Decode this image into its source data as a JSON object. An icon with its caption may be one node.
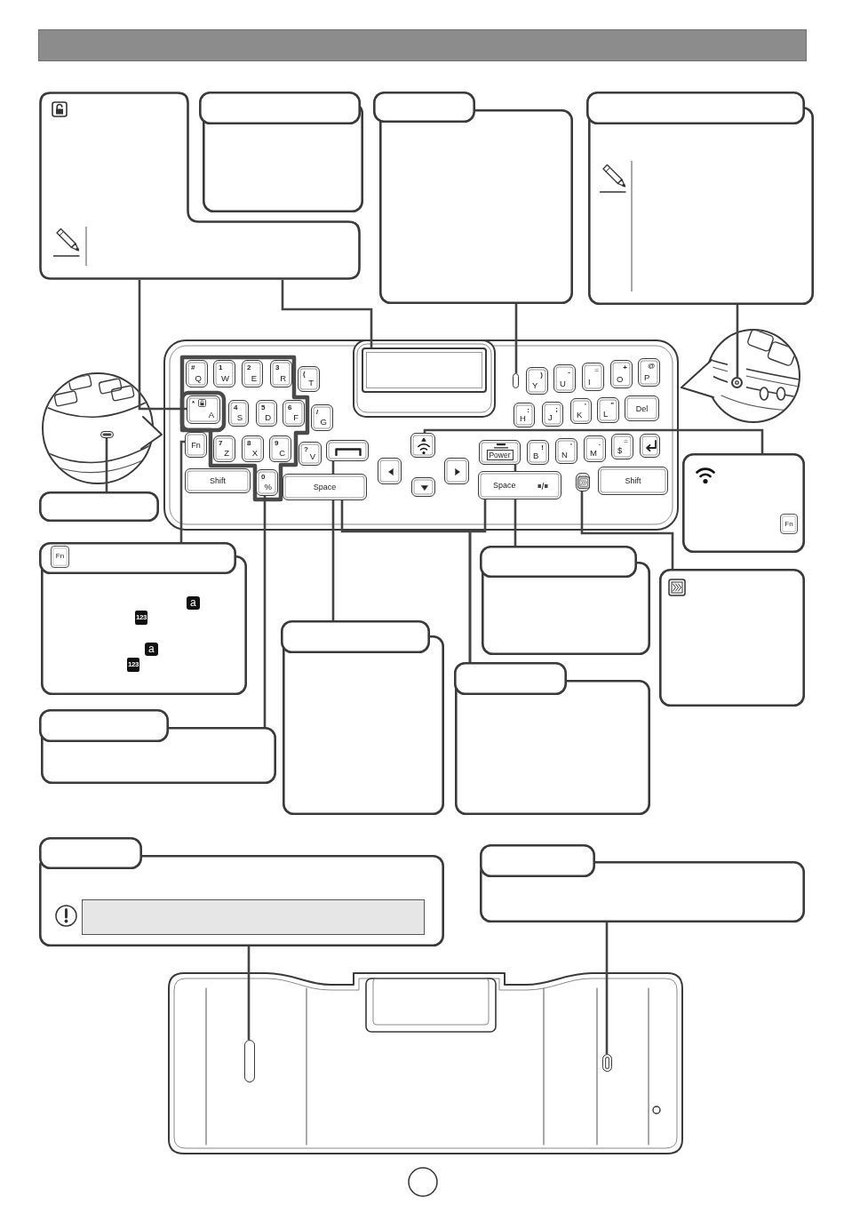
{
  "diagram": {
    "nodes": [
      {
        "text": [],
        "shape": "box"
      },
      {
        "text": [],
        "shape": "box"
      },
      {
        "text": [],
        "shape": "box"
      },
      {
        "text": [],
        "shape": "box"
      },
      {
        "text": [],
        "shape": "box"
      },
      {
        "text": [],
        "shape": "box"
      },
      {
        "text": [],
        "shape": "circle"
      },
      {
        "text": [],
        "shape": "box"
      },
      {
        "text": [
          "#",
          "Q"
        ]
      },
      {
        "text": [
          "1",
          "W"
        ]
      },
      {
        "text": [
          "2",
          "E"
        ]
      },
      {
        "text": [
          "3",
          "R"
        ]
      },
      {
        "text": [
          "(",
          "T"
        ]
      },
      {
        "text": [
          ")",
          "Y"
        ]
      },
      {
        "text": [
          "-",
          "U"
        ]
      },
      {
        "text": [
          "=",
          "I"
        ]
      },
      {
        "text": [
          "+",
          "O"
        ]
      },
      {
        "text": [
          "@",
          "P"
        ]
      },
      {
        "text": [
          "*",
          "A"
        ]
      },
      {
        "text": [
          "4",
          "S"
        ]
      },
      {
        "text": [
          "5",
          "D"
        ]
      },
      {
        "text": [
          "6",
          "F"
        ]
      },
      {
        "text": [
          "/",
          "G"
        ]
      },
      {
        "text": [
          ":",
          "H"
        ]
      },
      {
        "text": [
          ";",
          "J"
        ]
      },
      {
        "text": [
          "'",
          "K"
        ]
      },
      {
        "text": [
          "\"",
          "L"
        ]
      },
      {
        "text": [
          "Del"
        ]
      },
      {
        "text": [
          "Fn"
        ]
      },
      {
        "text": [
          "7",
          "Z"
        ]
      },
      {
        "text": [
          "8",
          "X"
        ]
      },
      {
        "text": [
          "9",
          "C"
        ]
      },
      {
        "text": [
          "?",
          "V"
        ]
      },
      {
        "text": [],
        "shape": "box"
      },
      {
        "text": [],
        "shape": "box"
      },
      {
        "text": [],
        "shape": "box"
      },
      {
        "text": [],
        "shape": "box"
      },
      {
        "text": [],
        "shape": "box"
      },
      {
        "text": [
          "Power"
        ]
      },
      {
        "text": [
          "!",
          "B"
        ]
      },
      {
        "text": [
          "'",
          "N"
        ]
      },
      {
        "text": [
          ".",
          "M"
        ]
      },
      {
        "text": [
          "=",
          "$"
        ]
      },
      {
        "text": [],
        "shape": "box"
      },
      {
        "text": [
          "Shift"
        ]
      },
      {
        "text": [
          "0",
          "%"
        ]
      },
      {
        "text": [
          "Space"
        ]
      },
      {
        "text": [
          "Space"
        ]
      },
      {
        "text": [],
        "shape": "box"
      },
      {
        "text": [
          "Shift"
        ]
      },
      {
        "text": [],
        "shape": "box"
      },
      {
        "text": [
          "Fn"
        ]
      },
      {
        "text": [
          "Fn",
          "a",
          "123",
          "a",
          "123"
        ]
      },
      {
        "text": [],
        "shape": "box"
      },
      {
        "text": [],
        "shape": "box"
      },
      {
        "text": [],
        "shape": "box"
      },
      {
        "text": [],
        "shape": "box"
      },
      {
        "text": [],
        "shape": "box"
      },
      {
        "text": [],
        "shape": "box"
      },
      {
        "text": [],
        "shape": "box"
      },
      {
        "text": [],
        "shape": "box"
      },
      {
        "text": [],
        "shape": "box"
      },
      {
        "text": [],
        "shape": "bar"
      },
      {
        "text": [],
        "shape": "box",
        "in": 58
      }
    ],
    "edges": [
      {
        "from": 0,
        "to": 18,
        "arrow": "none"
      },
      {
        "from": 0,
        "to": 4,
        "arrow": "none"
      },
      {
        "from": 2,
        "to": 5,
        "arrow": "none"
      },
      {
        "from": 3,
        "to": 6,
        "arrow": "none"
      },
      {
        "from": 50,
        "to": 7,
        "arrow": "none"
      },
      {
        "from": 52,
        "to": 28,
        "arrow": "none"
      },
      {
        "from": 56,
        "to": 45,
        "arrow": "none"
      },
      {
        "from": 55,
        "to": 33,
        "arrow": "none"
      },
      {
        "from": 57,
        "to": 46,
        "arrow": "none"
      },
      {
        "from": 57,
        "to": 47,
        "arrow": "none"
      },
      {
        "from": 53,
        "to": 38,
        "arrow": "none"
      },
      {
        "from": 54,
        "to": 48,
        "arrow": "none"
      },
      {
        "from": 51,
        "to": 35,
        "arrow": "none"
      },
      {
        "from": 58,
        "to": 60,
        "arrow": "none"
      },
      {
        "from": 59,
        "to": 61,
        "arrow": "none"
      }
    ]
  }
}
